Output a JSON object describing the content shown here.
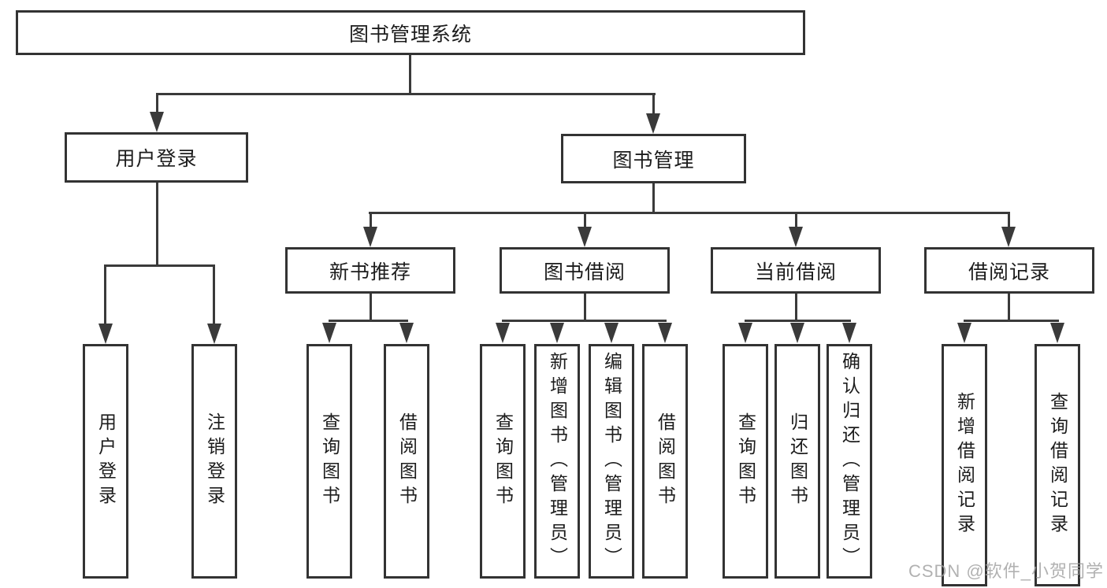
{
  "tree": {
    "root": "图书管理系统",
    "user_login": {
      "label": "用户登录",
      "children": [
        "用户登录",
        "注销登录"
      ]
    },
    "book_mgmt": {
      "label": "图书管理",
      "sections": {
        "new_book_rec": {
          "label": "新书推荐",
          "children": [
            "查询图书",
            "借阅图书"
          ]
        },
        "book_borrow": {
          "label": "图书借阅",
          "children": [
            "查询图书",
            "新增图书（管理员）",
            "编辑图书（管理员）",
            "借阅图书"
          ]
        },
        "current_borrow": {
          "label": "当前借阅",
          "children": [
            "查询图书",
            "归还图书",
            "确认归还（管理员）"
          ]
        },
        "borrow_record": {
          "label": "借阅记录",
          "children": [
            "新增借阅记录",
            "查询借阅记录"
          ]
        }
      }
    }
  },
  "colors": {
    "line": "#3a3a3a",
    "border": "#333333",
    "text": "#1c1c1c",
    "watermark": "#9e9e9e"
  },
  "watermark": "CSDN @软件_小贺同学"
}
